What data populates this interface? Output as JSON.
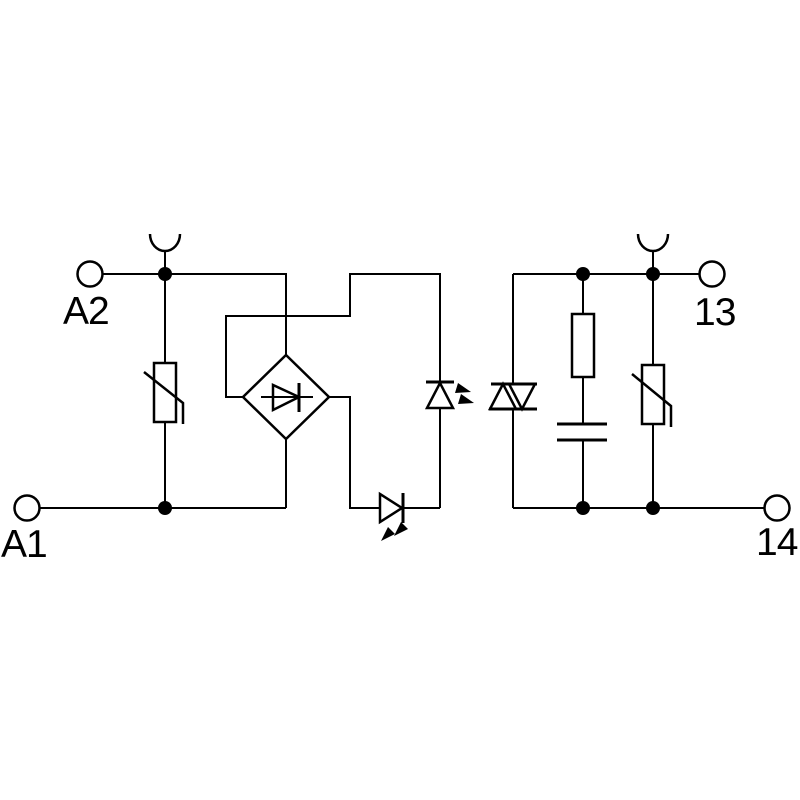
{
  "title": "relay-module-circuit-diagram",
  "colors": {
    "ink": "#000000",
    "background": "#ffffff"
  },
  "terminals": {
    "a2": {
      "label": "A2"
    },
    "a1": {
      "label": "A1"
    },
    "t13": {
      "label": "13"
    },
    "t14": {
      "label": "14"
    }
  },
  "components": [
    {
      "name": "plug-in-socket-contact-left"
    },
    {
      "name": "plug-in-socket-contact-right"
    },
    {
      "name": "input-varistor"
    },
    {
      "name": "bridge-rectifier"
    },
    {
      "name": "status-led"
    },
    {
      "name": "optocoupler-led"
    },
    {
      "name": "optocoupler-triac-output"
    },
    {
      "name": "snubber-resistor"
    },
    {
      "name": "snubber-capacitor"
    },
    {
      "name": "output-varistor"
    }
  ]
}
